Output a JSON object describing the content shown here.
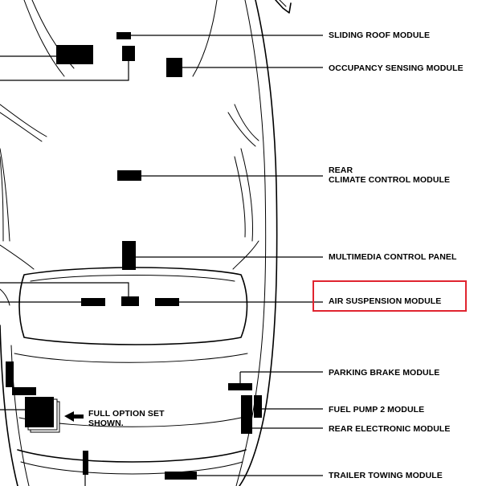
{
  "colors": {
    "highlight": "#e0242f",
    "ink": "#000000",
    "background": "#ffffff"
  },
  "labels": {
    "sliding_roof": "SLIDING ROOF MODULE",
    "occupancy": "OCCUPANCY SENSING MODULE",
    "rear_climate_line1": "REAR",
    "rear_climate_line2": "CLIMATE CONTROL MODULE",
    "multimedia": "MULTIMEDIA CONTROL PANEL",
    "air_suspension": "AIR SUSPENSION MODULE",
    "parking_brake": "PARKING BRAKE MODULE",
    "fuel_pump": "FUEL PUMP 2 MODULE",
    "rear_electronic": "REAR ELECTRONIC MODULE",
    "trailer_towing": "TRAILER TOWING MODULE",
    "full_option_line1": "FULL OPTION SET",
    "full_option_line2": "SHOWN."
  },
  "highlighted_label": "air_suspension"
}
